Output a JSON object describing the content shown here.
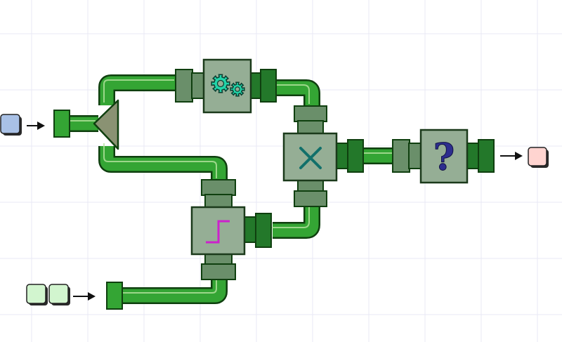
{
  "puzzle": {
    "colors": {
      "pipe_fill": "#34a534",
      "pipe_outline": "#0f3f0f",
      "pipe_highlight": "#b7e3a0",
      "connector_dark": "#23782a",
      "collar": "#6a8f6a",
      "machine_body": "#95ae95",
      "machine_outline": "#1b3a1b",
      "funnel": "#8a9273",
      "gear": "#22d3a8",
      "cross": "#11706a",
      "step": "#cc22cc",
      "question": "#2d2e8e",
      "grid": "#e8e8f4"
    },
    "inputs": [
      {
        "name": "input-blue-block",
        "color": "#a9c1e6"
      },
      {
        "name": "input-green-block-1",
        "color": "#d2f5cf"
      },
      {
        "name": "input-green-block-2",
        "color": "#d2f5cf"
      }
    ],
    "output": {
      "name": "output-pink-block",
      "color": "#ffd4d0"
    },
    "machines": [
      {
        "name": "gear-machine",
        "icon": "gear-icon"
      },
      {
        "name": "cross-machine",
        "icon": "cross-icon"
      },
      {
        "name": "step-machine",
        "icon": "step-function-icon"
      },
      {
        "name": "mystery-machine",
        "icon": "question-mark-icon",
        "symbol": "?"
      },
      {
        "name": "splitter-funnel",
        "icon": "funnel-icon"
      }
    ]
  }
}
